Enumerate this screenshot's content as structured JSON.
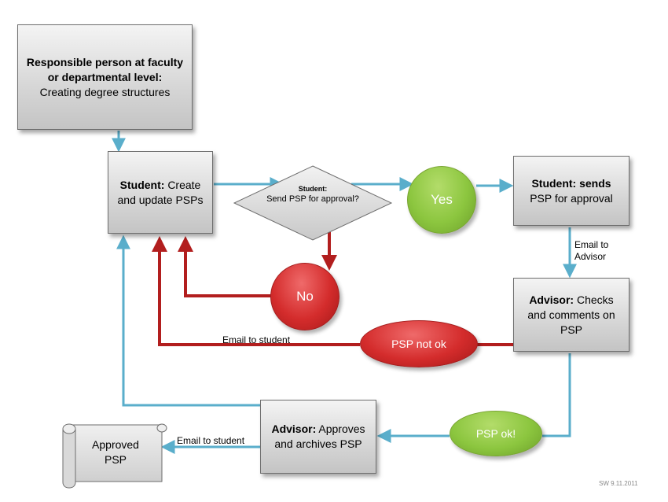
{
  "nodes": {
    "faculty": {
      "bold": "Responsible person at faculty or departmental level:",
      "text": "Creating degree structures"
    },
    "create": {
      "bold": "Student:",
      "text": "Create and update PSPs"
    },
    "decision": {
      "bold": "Student:",
      "text": "Send PSP for approval?"
    },
    "sends": {
      "bold": "Student: sends",
      "text": "PSP for approval"
    },
    "checks": {
      "bold": "Advisor:",
      "text": "Checks and comments on PSP"
    },
    "approves": {
      "bold": "Advisor:",
      "text": "Approves and archives PSP"
    },
    "approved_psp": "Approved PSP"
  },
  "ovals": {
    "yes": "Yes",
    "no": "No",
    "psp_not_ok": "PSP not ok",
    "psp_ok": "PSP ok!"
  },
  "edge_labels": {
    "email_to_advisor": "Email to Advisor",
    "email_to_student_1": "Email to student",
    "email_to_student_2": "Email to student"
  },
  "footer": "SW 9.11.2011",
  "colors": {
    "blue_arrow": "#5aaecb",
    "red_arrow": "#b21e1e",
    "green_oval": "#8cc63f",
    "red_oval": "#d42c2c",
    "box_fill": "#d6d6d6"
  }
}
